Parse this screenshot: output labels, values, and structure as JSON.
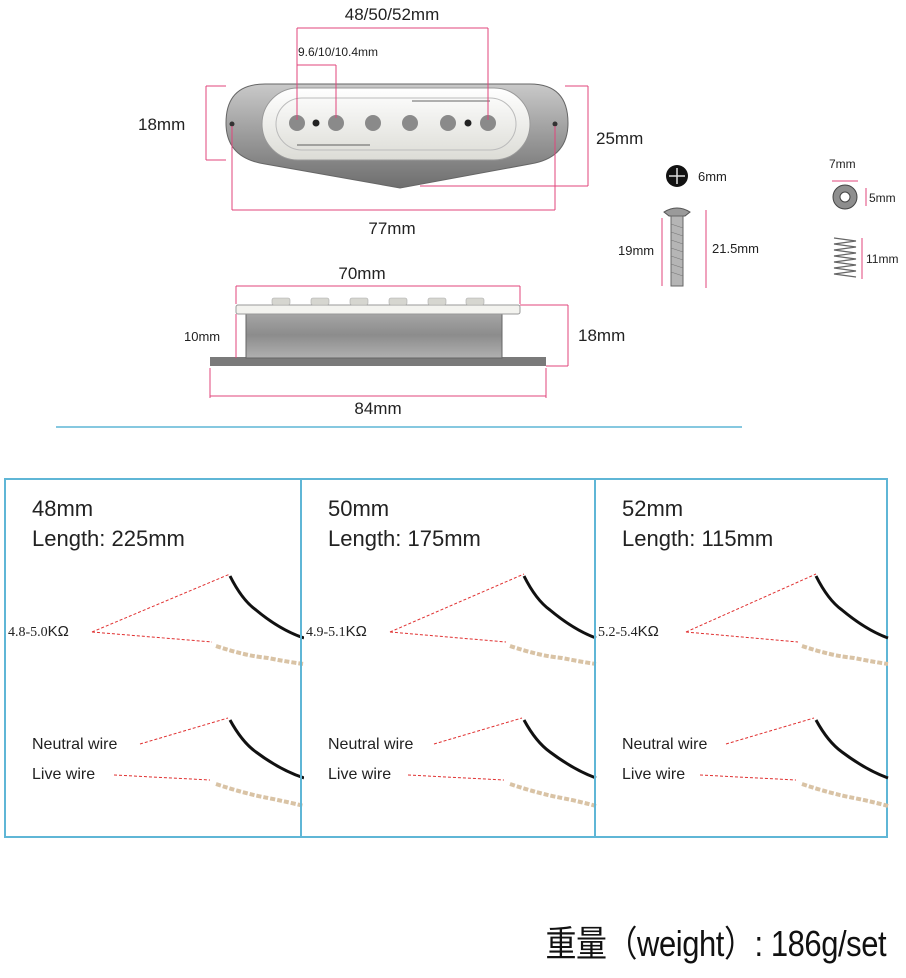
{
  "top": {
    "pole_spacing": "48/50/52mm",
    "pole_gap": "9.6/10/10.4mm",
    "height_left": "18mm",
    "height_right": "25mm",
    "length_total": "77mm",
    "bobbin_length": "70mm",
    "side_height_left": "10mm",
    "side_height_right": "18mm",
    "base_length": "84mm",
    "screw_head": "6mm",
    "screw_shank": "19mm",
    "screw_total": "21.5mm",
    "grommet_diameter": "7mm",
    "grommet_height": "5mm",
    "spring_length": "11mm"
  },
  "panels": [
    {
      "spacing": "48mm",
      "length": "Length: 225mm",
      "resistance": "4.8-5.0",
      "unit": "KΩ",
      "neutral": "Neutral wire",
      "live": "Live wire"
    },
    {
      "spacing": "50mm",
      "length": "Length: 175mm",
      "resistance": "4.9-5.1",
      "unit": "KΩ",
      "neutral": "Neutral wire",
      "live": "Live wire"
    },
    {
      "spacing": "52mm",
      "length": "Length: 115mm",
      "resistance": "5.2-5.4",
      "unit": "KΩ",
      "neutral": "Neutral wire",
      "live": "Live wire"
    }
  ],
  "weight": "重量（weight）: 186g/set",
  "colors": {
    "panel_border": "#5fb6d6",
    "dim_line": "#e0457b",
    "leader_line": "#e03030"
  }
}
